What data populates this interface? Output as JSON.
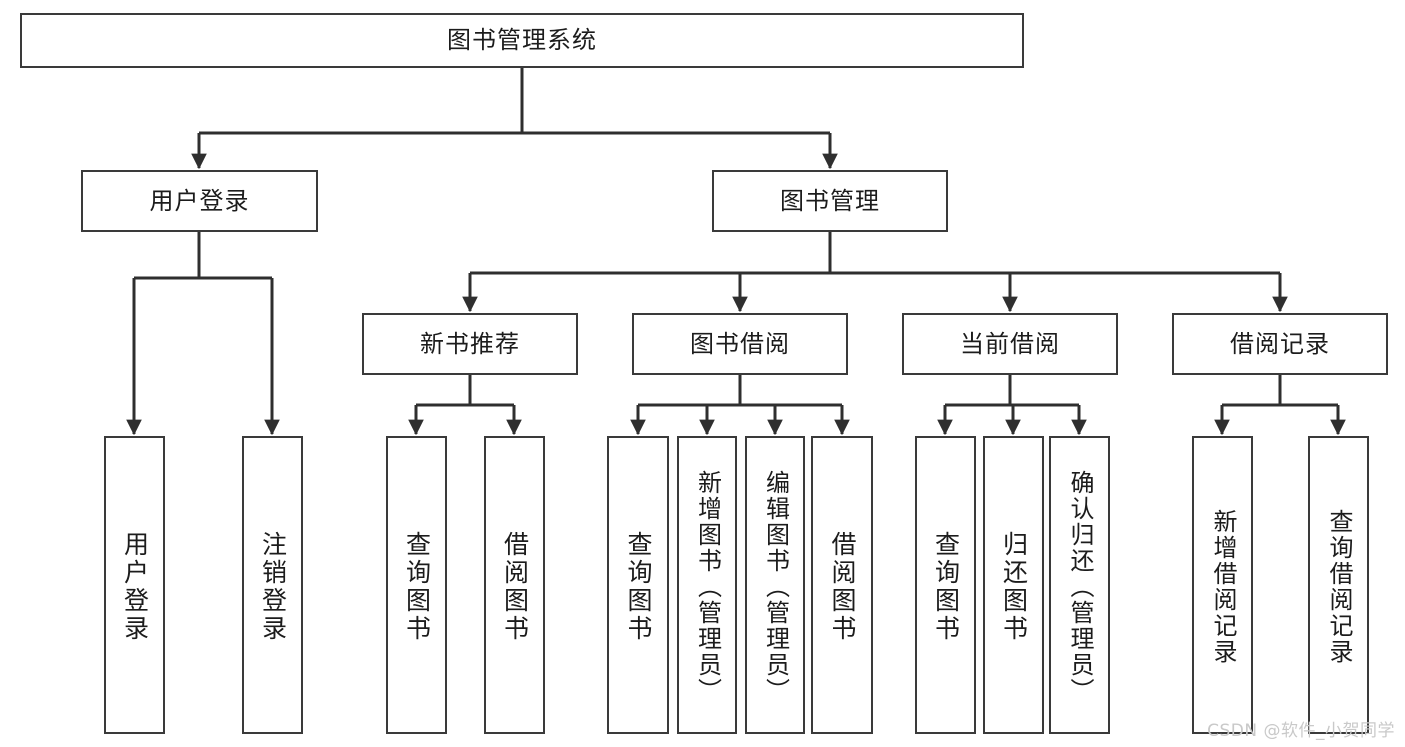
{
  "diagram": {
    "title": "图书管理系统",
    "type": "tree-hierarchy-chart",
    "colors": {
      "box_border": "#3a3a3a",
      "box_fill": "#ffffff",
      "connector": "#2f2f2f",
      "text": "#1c1c1c",
      "watermark": "#c9c9c9"
    },
    "root": {
      "label": "图书管理系统"
    },
    "level2": [
      {
        "label": "用户登录"
      },
      {
        "label": "图书管理"
      }
    ],
    "level3": [
      {
        "label": "新书推荐"
      },
      {
        "label": "图书借阅"
      },
      {
        "label": "当前借阅"
      },
      {
        "label": "借阅记录"
      }
    ],
    "leaves": {
      "user_login": [
        {
          "label": "用户登录"
        },
        {
          "label": "注销登录"
        }
      ],
      "new_book_recommend": [
        {
          "label": "查询图书"
        },
        {
          "label": "借阅图书"
        }
      ],
      "book_borrow": [
        {
          "label": "查询图书"
        },
        {
          "label": "新增图书（管理员）"
        },
        {
          "label": "编辑图书（管理员）"
        },
        {
          "label": "借阅图书"
        }
      ],
      "current_borrow": [
        {
          "label": "查询图书"
        },
        {
          "label": "归还图书"
        },
        {
          "label": "确认归还（管理员）"
        }
      ],
      "borrow_record": [
        {
          "label": "新增借阅记录"
        },
        {
          "label": "查询借阅记录"
        }
      ]
    }
  },
  "watermark": {
    "text": "CSDN @软件_小贺同学"
  }
}
